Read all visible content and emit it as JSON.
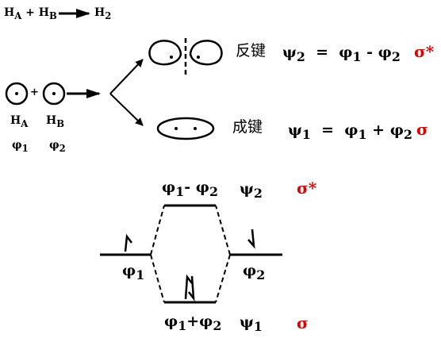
{
  "reaction": {
    "ha": "H",
    "ha_sub": "A",
    "plus": "+",
    "hb": "H",
    "hb_sub": "B",
    "product": "H",
    "product_sub": "2"
  },
  "atoms": {
    "plus": "+",
    "a_label": "H",
    "a_label_sub": "A",
    "b_label": "H",
    "b_label_sub": "B",
    "phi_a": "φ",
    "phi_a_sub": "1",
    "phi_b": "φ",
    "phi_b_sub": "2"
  },
  "antibonding": {
    "name": "反键",
    "psi": "ψ",
    "psi_sub": "2",
    "eq": "=",
    "phi1": "φ",
    "phi1_sub": "1",
    "op": "-",
    "phi2": "φ",
    "phi2_sub": "2",
    "sym": "σ*"
  },
  "bonding": {
    "name": "成键",
    "psi": "ψ",
    "psi_sub": "1",
    "eq": "=",
    "phi1": "φ",
    "phi1_sub": "1",
    "op": "+",
    "phi2": "φ",
    "phi2_sub": "2",
    "sym": "σ"
  },
  "energy_diagram": {
    "top_expr_phi1": "φ",
    "top_expr_phi1_sub": "1",
    "top_expr_op": "- ",
    "top_expr_phi2": "φ",
    "top_expr_phi2_sub": "2",
    "top_psi": "ψ",
    "top_psi_sub": "2",
    "top_sym": "σ*",
    "left_phi": "φ",
    "left_phi_sub": "1",
    "right_phi": "φ",
    "right_phi_sub": "2",
    "bottom_expr_phi1": "φ",
    "bottom_expr_phi1_sub": "1",
    "bottom_expr_op": "+",
    "bottom_expr_phi2": "φ",
    "bottom_expr_phi2_sub": "2",
    "bottom_psi": "ψ",
    "bottom_psi_sub": "1",
    "bottom_sym": "σ"
  },
  "colors": {
    "ink": "#000000",
    "accent": "#e00000"
  }
}
